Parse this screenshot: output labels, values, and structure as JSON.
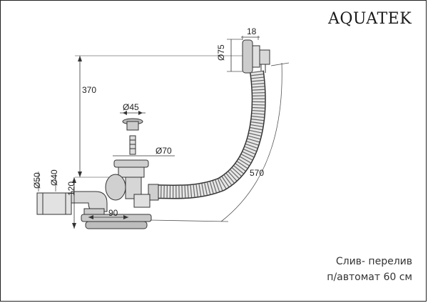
{
  "brand": "AQUATEK",
  "caption": {
    "line1": "Слив- перелив",
    "line2": "п/автомат 60 см"
  },
  "dimensions": {
    "d18": "18",
    "d75": "Ø75",
    "h370": "370",
    "d45": "Ø45",
    "d70": "Ø70",
    "l570": "570",
    "d50": "Ø50",
    "d40": "Ø40",
    "h120": "120",
    "w90": "90"
  }
}
